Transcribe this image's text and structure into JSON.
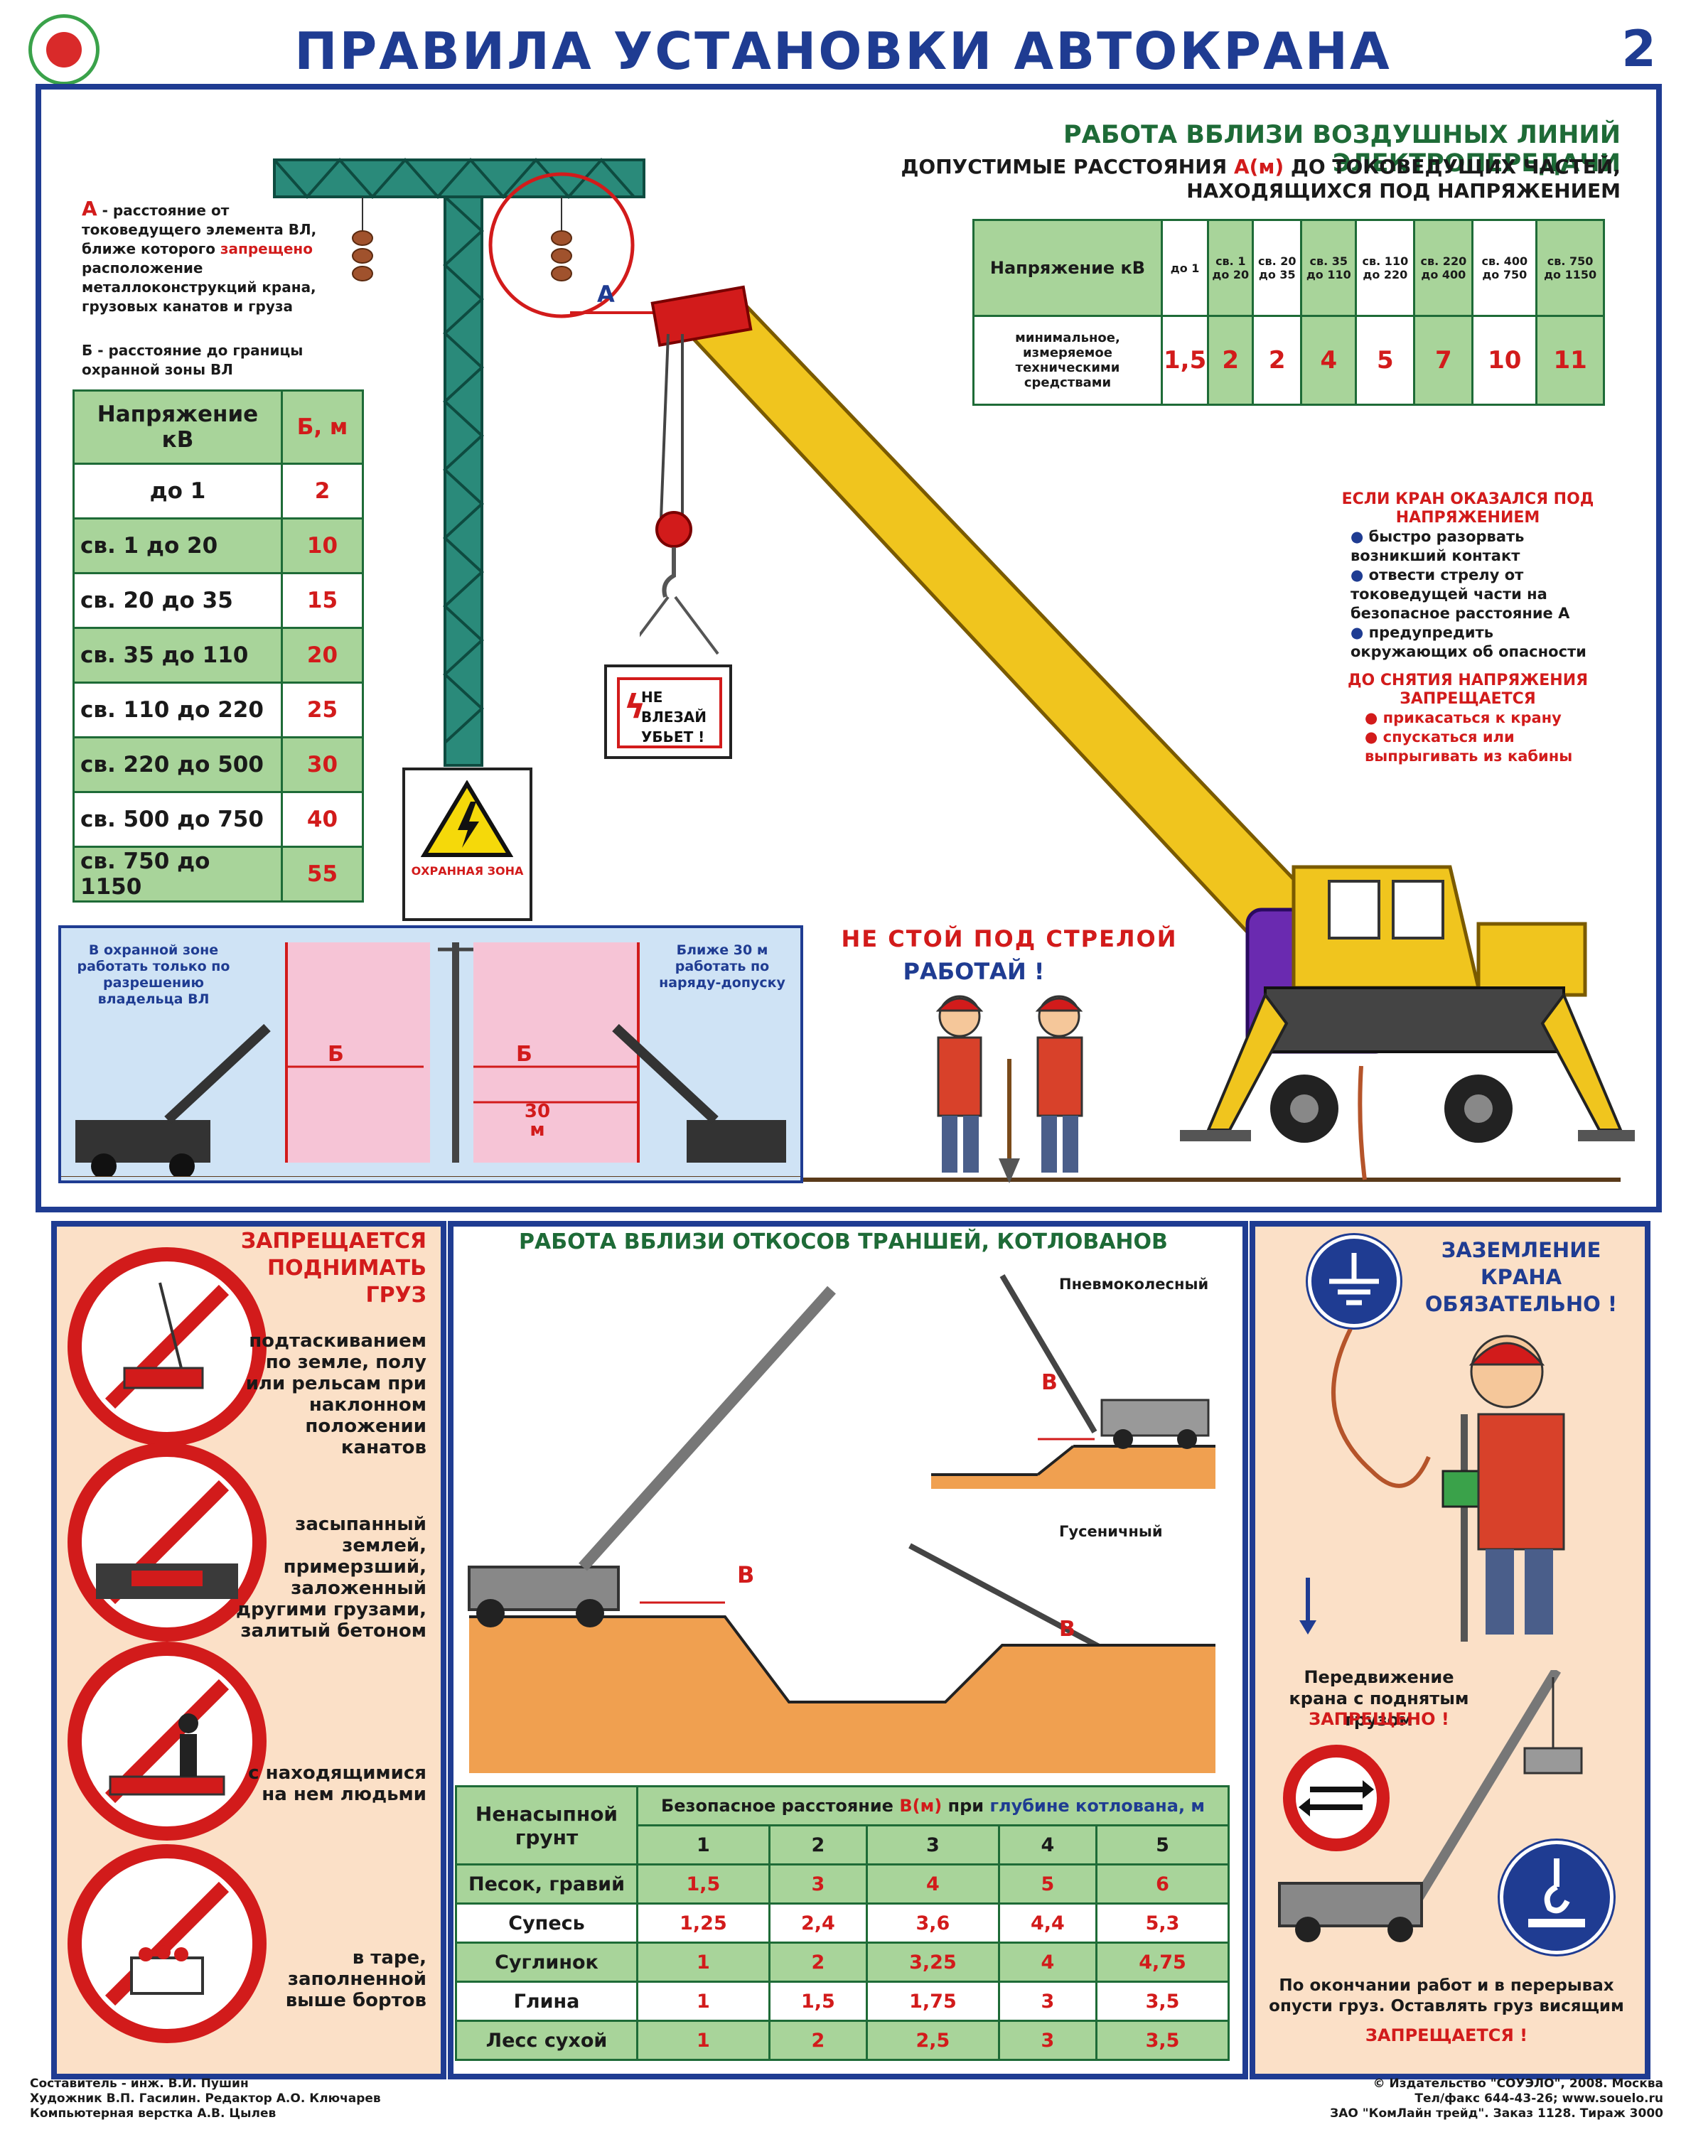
{
  "header": {
    "title": "ПРАВИЛА УСТАНОВКИ АВТОКРАНА",
    "page_number": "2"
  },
  "power_lines": {
    "heading": "РАБОТА ВБЛИЗИ ВОЗДУШНЫХ ЛИНИЙ ЭЛЕКТРОПЕРЕДАЧИ",
    "subheading_pre": "ДОПУСТИМЫЕ РАССТОЯНИЯ ",
    "subheading_am": "А(м)",
    "subheading_post": " ДО ТОКОВЕДУЩИХ ЧАСТЕЙ,",
    "subheading_line2": "НАХОДЯЩИХСЯ ПОД НАПРЯЖЕНИЕМ",
    "def_a_letter": "А",
    "def_a_pre": " - расстояние от токоведущего элемента ВЛ, ближе которого ",
    "def_a_forbidden": "запрещено",
    "def_a_post": " расположение металлоконструкций крана, грузовых канатов и груза",
    "def_b": "Б - расстояние до границы охранной зоны ВЛ",
    "label_a": "А",
    "sign_zone": "ОХРАННАЯ ЗОНА",
    "warning_sign": "НЕ ВЛЕЗАЙ УБЬЕТ !"
  },
  "table_b": {
    "header_voltage": "Напряжение кВ",
    "header_b": "Б, м",
    "rows": [
      {
        "voltage": "до 1",
        "b": "2"
      },
      {
        "voltage": "св. 1      до 20",
        "b": "10"
      },
      {
        "voltage": "св. 20   до 35",
        "b": "15"
      },
      {
        "voltage": "св. 35   до 110",
        "b": "20"
      },
      {
        "voltage": "св. 110 до 220",
        "b": "25"
      },
      {
        "voltage": "св. 220 до 500",
        "b": "30"
      },
      {
        "voltage": "св. 500 до 750",
        "b": "40"
      },
      {
        "voltage": "св. 750 до 1150",
        "b": "55"
      }
    ]
  },
  "table_a": {
    "row1_label": "Напряжение кВ",
    "row2_label": "минимальное, измеряемое техническими средствами",
    "columns": [
      "до 1",
      "св. 1 до 20",
      "св. 20 до 35",
      "св. 35 до 110",
      "св. 110 до 220",
      "св. 220 до 400",
      "св. 400 до 750",
      "св. 750 до 1150"
    ],
    "values": [
      "1,5",
      "2",
      "2",
      "4",
      "5",
      "7",
      "10",
      "11"
    ]
  },
  "energized": {
    "title": "ЕСЛИ КРАН ОКАЗАЛСЯ ПОД НАПРЯЖЕНИЕМ",
    "items": [
      "быстро разорвать возникший контакт",
      "отвести стрелу от токоведущей части на безопасное расстояние А",
      "предупредить окружающих об опасности"
    ],
    "forbidden_title": "ДО СНЯТИЯ НАПРЯЖЕНИЯ ЗАПРЕЩАЕТСЯ",
    "forbidden_items": [
      "прикасаться к крану",
      "спускаться или выпрыгивать из кабины"
    ]
  },
  "zone_panel": {
    "left_note": "В охранной зоне работать только по разрешению владельца ВЛ",
    "right_note": "Ближе 30 м работать по наряду-допуску",
    "label_b1": "Б",
    "label_b2": "Б",
    "label_30": "30 м"
  },
  "boom_warning": {
    "line1": "НЕ СТОЙ ПОД СТРЕЛОЙ",
    "line2": "РАБОТАЙ !"
  },
  "lift_forbidden": {
    "title": "ЗАПРЕЩАЕТСЯ ПОДНИМАТЬ ГРУЗ",
    "items": [
      "подтаскиванием по земле, полу или рельсам при наклонном положении канатов",
      "засыпанный землей, примерзший, заложенный другими грузами, залитый бетоном",
      "с находящимися на нем людьми",
      "в таре, заполненной выше бортов"
    ]
  },
  "trenches": {
    "heading": "РАБОТА ВБЛИЗИ ОТКОСОВ ТРАНШЕЙ, КОТЛОВАНОВ",
    "label_pneumatic": "Пневмоколесный",
    "label_crawler": "Гусеничный",
    "label_v": "В",
    "table": {
      "soil_header": "Ненасыпной грунт",
      "dist_pre": "Безопасное расстояние ",
      "dist_v": "В(м)",
      "dist_mid": " при ",
      "dist_depth": "глубине котлована, м",
      "depths": [
        "1",
        "2",
        "3",
        "4",
        "5"
      ],
      "rows": [
        {
          "soil": "Песок, гравий",
          "values": [
            "1,5",
            "3",
            "4",
            "5",
            "6"
          ]
        },
        {
          "soil": "Супесь",
          "values": [
            "1,25",
            "2,4",
            "3,6",
            "4,4",
            "5,3"
          ]
        },
        {
          "soil": "Суглинок",
          "values": [
            "1",
            "2",
            "3,25",
            "4",
            "4,75"
          ]
        },
        {
          "soil": "Глина",
          "values": [
            "1",
            "1,5",
            "1,75",
            "3",
            "3,5"
          ]
        },
        {
          "soil": "Лесс сухой",
          "values": [
            "1",
            "2",
            "2,5",
            "3",
            "3,5"
          ]
        }
      ]
    }
  },
  "grounding": {
    "title": "ЗАЗЕМЛЕНИЕ КРАНА ОБЯЗАТЕЛЬНО !",
    "move_text": "Передвижение крана с поднятым грузом",
    "move_forbidden": "ЗАПРЕЩЕНО !",
    "end_text": "По окончании работ и в перерывах опусти груз. Оставлять груз висящим",
    "end_forbidden": "ЗАПРЕЩАЕТСЯ !"
  },
  "credits": {
    "left": [
      "Составитель - инж. В.И. Пушин",
      "Художник В.П. Гасилин. Редактор А.О. Ключарев",
      "Компьютерная верстка А.В. Цылев"
    ],
    "right": [
      "© Издательство \"СОУЭЛО\", 2008. Москва",
      "Тел/факс 644-43-26; www.souelo.ru",
      "ЗАО \"КомЛайн трейд\". Заказ 1128. Тираж 3000"
    ]
  },
  "colors": {
    "frame_blue": "#1f3c92",
    "accent_red": "#d21b1b",
    "table_green": "#a8d49a",
    "crane_yellow": "#f0c51e"
  }
}
